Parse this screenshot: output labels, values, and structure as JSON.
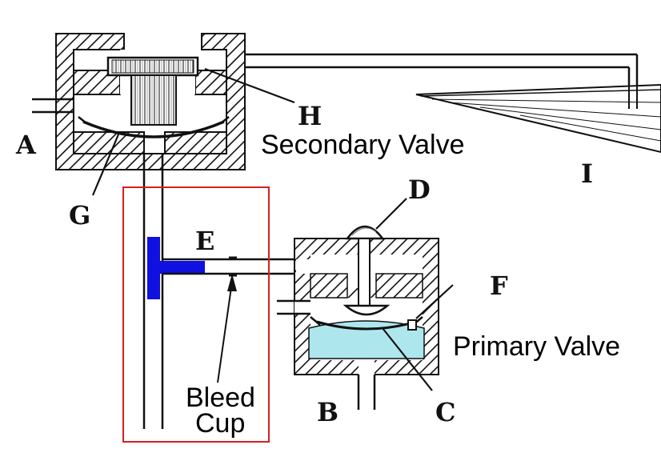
{
  "diagram": {
    "letters": {
      "a": "A",
      "b": "B",
      "c": "C",
      "d": "D",
      "e": "E",
      "f": "F",
      "g": "G",
      "h": "H",
      "i": "I"
    },
    "labels": {
      "secondary_valve": "Secondary Valve",
      "primary_valve": "Primary Valve",
      "bleed": "Bleed",
      "cup": "Cup"
    },
    "colors": {
      "highlight_blue": "#1010e0",
      "water_cyan": "#aee6ee",
      "box_red": "#d42020",
      "ink": "#111111"
    }
  }
}
